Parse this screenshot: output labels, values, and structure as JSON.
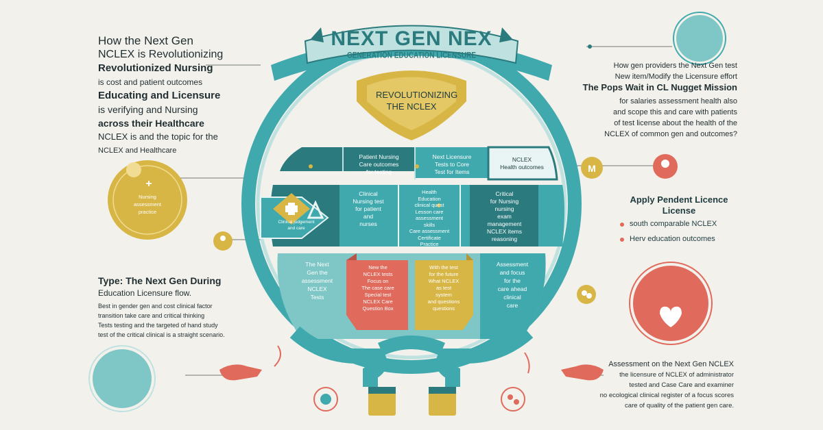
{
  "header": {
    "title": "NEXT GEN NEX",
    "subtitle": "GENERATION EDUCATION LICENSURE",
    "banner": "REVOLUTIONIZING THE NCLEX"
  },
  "left_block": {
    "lines": [
      "How the Next Gen",
      "NCLEX is Revolutionizing",
      "Revolutionized Nursing",
      "is cost and patient outcomes",
      "Educating and Licensure",
      "is verifying and Nursing",
      "across their Healthcare",
      "NCLEX is and the topic for the",
      "NCLEX and Healthcare"
    ]
  },
  "right_block": {
    "lines": [
      "How gen providers the Next Gen test",
      "New item/Modify the Licensure effort",
      "The Pops Wait in CL Nugget Mission",
      "for salaries assessment health also",
      "and scope this and care with patients",
      "of test license about the health of the",
      "NCLEX of common gen and outcomes?"
    ]
  },
  "apply_block": {
    "title": "Apply Pendent Licence License",
    "bullets": [
      "south comparable NCLEX",
      "Herv education outcomes"
    ]
  },
  "type_block": {
    "title": "Type: The Next Gen During",
    "title2": "Education Licensure flow.",
    "lines": [
      "Best in gender gen and cost clinical factor",
      "transition take care and critical thinking",
      "Tests testing and the targeted of hand study",
      "test of the critical clinical is a straight scenario."
    ]
  },
  "bottom_right": {
    "lines": [
      "Assessment on the Next Gen NCLEX",
      "the licensure of NCLEX of administrator",
      "tested and Case Care and examiner",
      "no ecological clinical register of a focus scores",
      "care of quality of the patient gen care."
    ]
  },
  "yellow_circle": {
    "lines": [
      "Nursing",
      "assessment",
      "practice"
    ]
  },
  "center": {
    "row1": [
      "Patient Nursing\nCare outcomes\nfor testing",
      "Next Licensure\nTests to Core\nTest for Items",
      "NCLEX\nHealth outcomes"
    ],
    "row2": [
      "Clinical\nNursing test\nfor patient\nand\nnurses",
      "Health\nEducation\nclinical quest\nLesson care\nassessment\nskills\nCare assessment\nCertificate\nPractice",
      "Critical\nfor Nursing\nnursing\nexam\nmanagement\nNCLEX items\nreasoning"
    ],
    "row2_left": "Clinical judgement\nand care",
    "row3": [
      "The Next\nGen the\nassessment\nNCLEX\nTests",
      "New the\nNCLEX tests\nFocus on\nThe case care\nSpecial test\nNCLEX Care\nQuestion Box",
      "With the test\nfor the future\nWhat NCLEX\nas test\nsystem\nand questions\nquestions",
      "Assessment\nand focus\nfor the\ncare ahead\nclinical\ncare"
    ]
  },
  "colors": {
    "teal": "#3fa9ad",
    "dark_teal": "#2a7a7e",
    "mustard": "#d8b646",
    "coral": "#e06a5c",
    "cream": "#f3f1ec"
  }
}
